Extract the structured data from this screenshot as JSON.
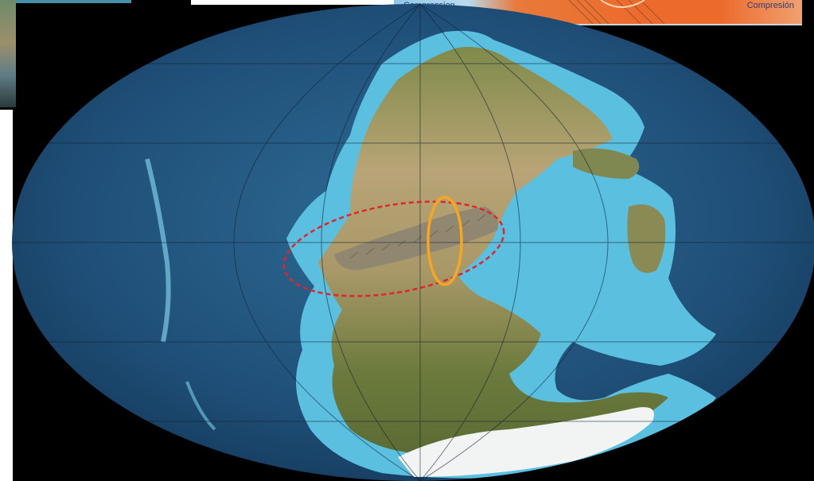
{
  "banner": {
    "left_label": "Compression",
    "right_label": "Compresión"
  },
  "map": {
    "projection": "mollweide",
    "colors": {
      "ocean_deep": "#1f4f78",
      "ocean_shelf": "#5bbfe0",
      "land_desert": "#b8a476",
      "land_green": "#6b7a3c",
      "ice": "#f2f4f4",
      "red_ellipse": "#e0262b",
      "orange_ellipse": "#f5a623"
    }
  }
}
